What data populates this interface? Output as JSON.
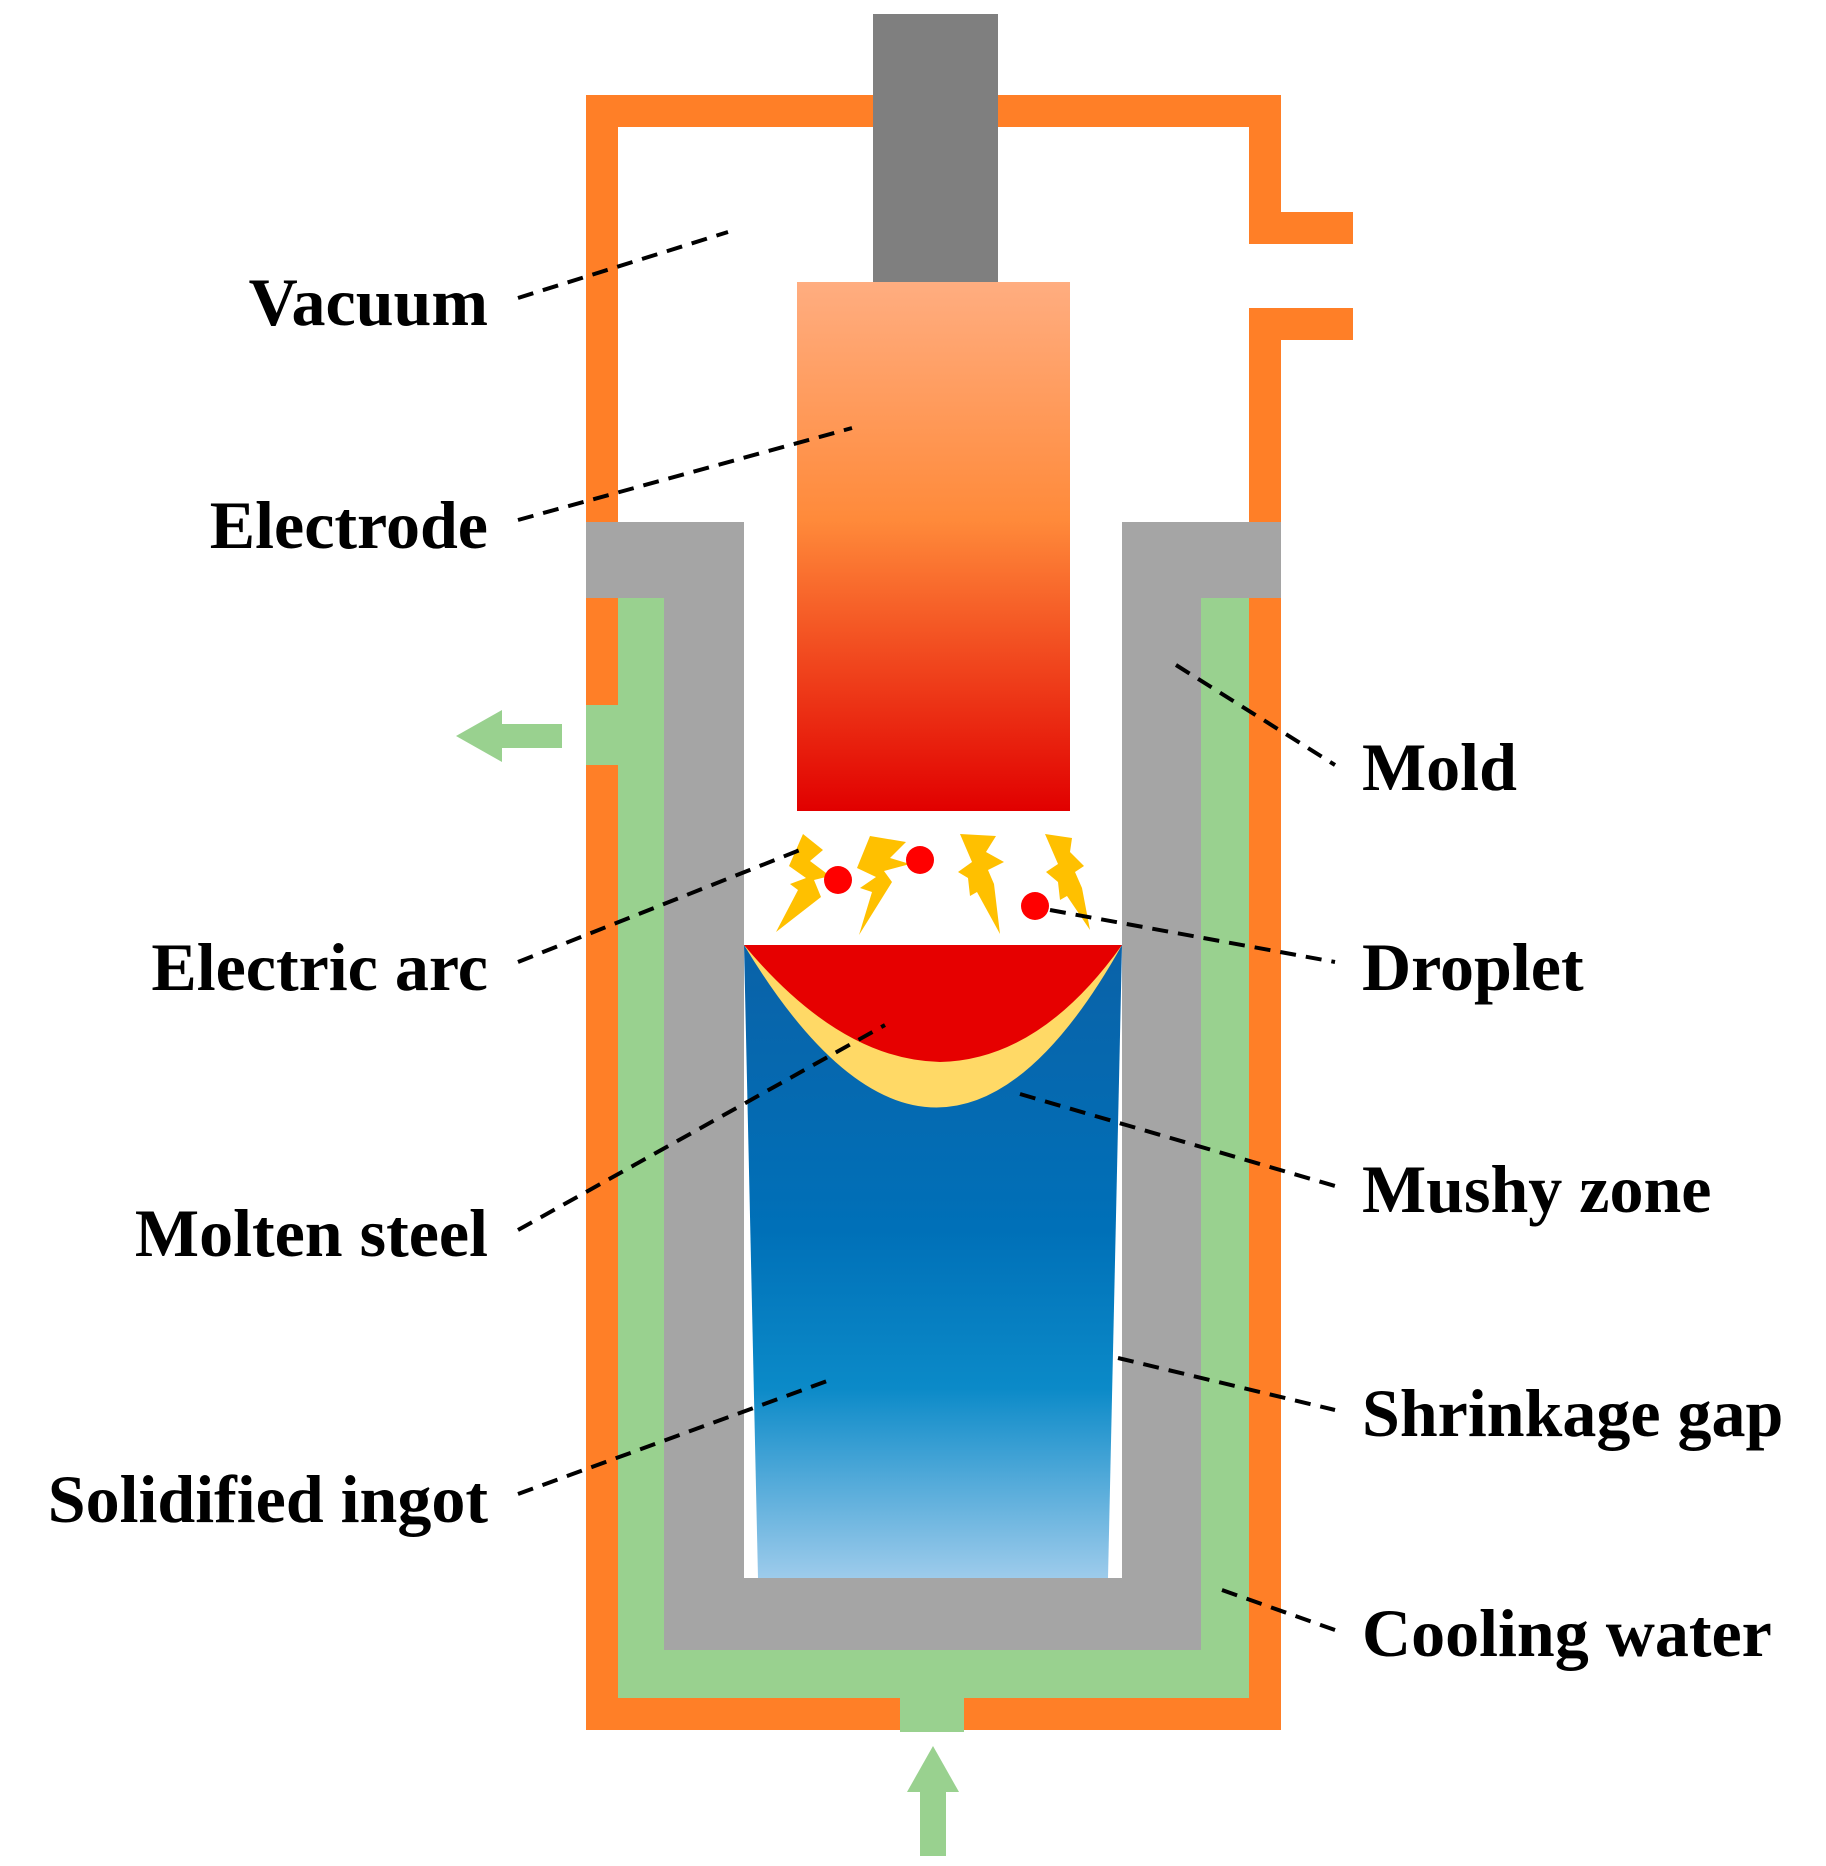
{
  "labels": {
    "vacuum": "Vacuum",
    "electrode": "Electrode",
    "electric_arc": "Electric arc",
    "molten_steel": "Molten steel",
    "solidified_ingot": "Solidified ingot",
    "mold": "Mold",
    "droplet": "Droplet",
    "mushy_zone": "Mushy zone",
    "shrinkage_gap": "Shrinkage gap",
    "cooling_water": "Cooling water"
  },
  "colors": {
    "chamber_wall": "#FF7F27",
    "stem": "#7F7F7F",
    "mold": "#A5A5A5",
    "cooling_water": "#99D18F",
    "molten_steel": "#E60000",
    "mushy_zone": "#FFD966",
    "ingot_top": "#0070B8",
    "ingot_bottom": "#9DCBEB",
    "electrode_top": "#FFAD80",
    "electrode_bottom": "#E10000",
    "arc": "#FFC000",
    "droplet": "#FF0000"
  },
  "icons": {
    "water_outlet": "arrow-left-icon",
    "water_inlet": "arrow-up-icon",
    "arc": "lightning-bolt-icon",
    "droplet": "circle-icon"
  }
}
